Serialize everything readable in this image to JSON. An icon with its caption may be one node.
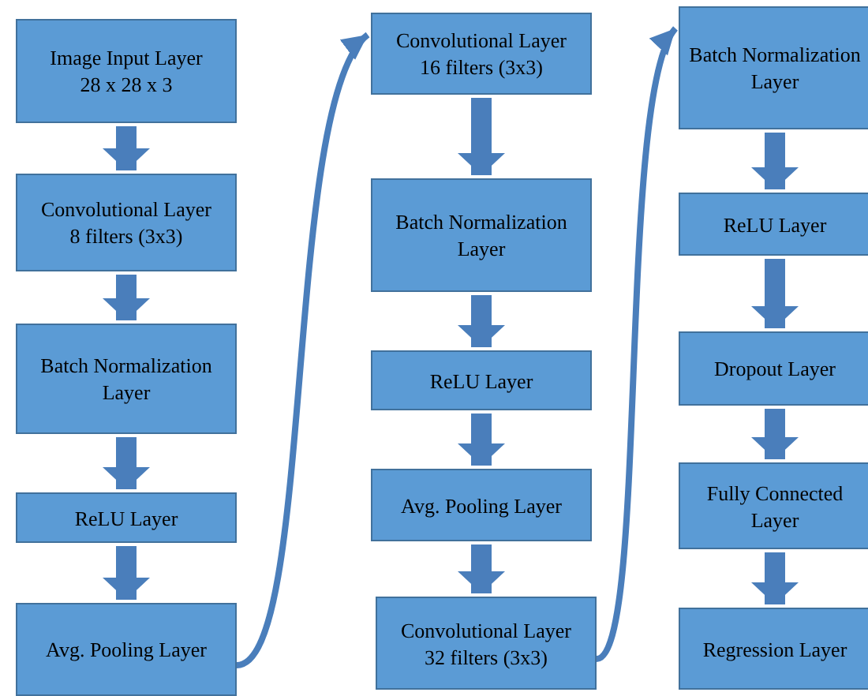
{
  "diagram": {
    "nodes": [
      {
        "text": [
          "Image Input Layer",
          "28 x 28 x 3"
        ]
      },
      {
        "text": [
          "Convolutional Layer",
          "8 filters (3x3)"
        ]
      },
      {
        "text": [
          "Batch Normalization Layer"
        ]
      },
      {
        "text": [
          "ReLU Layer"
        ]
      },
      {
        "text": [
          "Avg. Pooling Layer"
        ]
      },
      {
        "text": [
          "Convolutional Layer",
          "16 filters (3x3)"
        ]
      },
      {
        "text": [
          "Batch Normalization Layer"
        ]
      },
      {
        "text": [
          "ReLU Layer"
        ]
      },
      {
        "text": [
          "Avg. Pooling Layer"
        ]
      },
      {
        "text": [
          "Convolutional Layer",
          "32 filters (3x3)"
        ]
      },
      {
        "text": [
          "Batch Normalization Layer"
        ]
      },
      {
        "text": [
          "ReLU Layer"
        ]
      },
      {
        "text": [
          "Dropout Layer"
        ]
      },
      {
        "text": [
          "Fully Connected Layer"
        ]
      },
      {
        "text": [
          "Regression Layer"
        ]
      }
    ],
    "edges": [
      {
        "from": 0,
        "to": 1,
        "arrow": "to"
      },
      {
        "from": 1,
        "to": 2,
        "arrow": "to"
      },
      {
        "from": 2,
        "to": 3,
        "arrow": "to"
      },
      {
        "from": 3,
        "to": 4,
        "arrow": "to"
      },
      {
        "from": 4,
        "to": 5,
        "arrow": "to"
      },
      {
        "from": 5,
        "to": 6,
        "arrow": "to"
      },
      {
        "from": 6,
        "to": 7,
        "arrow": "to"
      },
      {
        "from": 7,
        "to": 8,
        "arrow": "to"
      },
      {
        "from": 8,
        "to": 9,
        "arrow": "to"
      },
      {
        "from": 9,
        "to": 10,
        "arrow": "to"
      },
      {
        "from": 10,
        "to": 11,
        "arrow": "to"
      },
      {
        "from": 11,
        "to": 12,
        "arrow": "to"
      },
      {
        "from": 12,
        "to": 13,
        "arrow": "to"
      },
      {
        "from": 13,
        "to": 14,
        "arrow": "to"
      }
    ]
  }
}
